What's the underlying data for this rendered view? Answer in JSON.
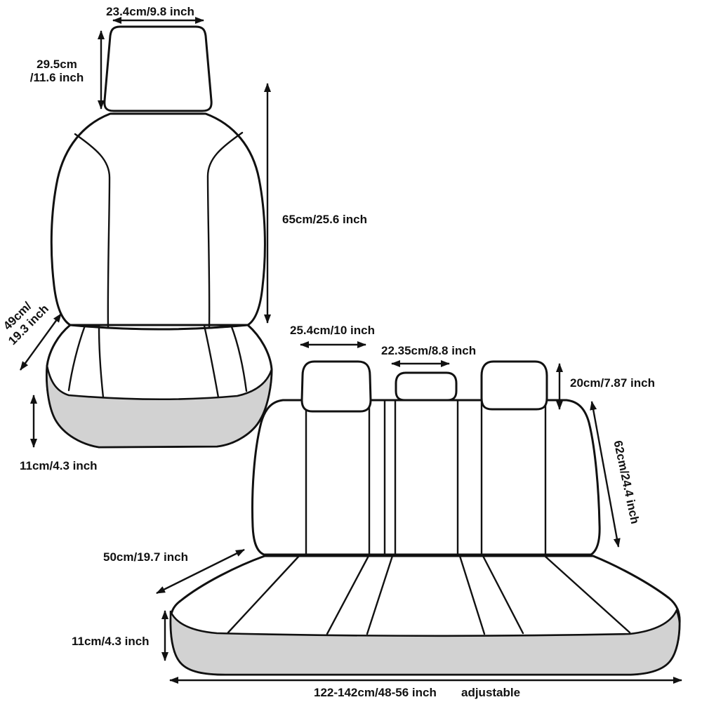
{
  "diagram_title": "car-seat-cover-dimensions",
  "colors": {
    "background": "#ffffff",
    "line": "#111111",
    "skirt_fill": "#d2d2d2"
  },
  "front_seat": {
    "labels": {
      "headrest_width": "23.4cm/9.8 inch",
      "headrest_height_cm": "29.5cm",
      "headrest_height_inch": "/11.6 inch",
      "backrest_height": "65cm/25.6 inch",
      "depth_cm": "49cm/",
      "depth_inch": "19.3 inch",
      "skirt_height": "11cm/4.3 inch"
    }
  },
  "rear_seat": {
    "labels": {
      "left_headrest_width": "25.4cm/10 inch",
      "middle_headrest_width": "22.35cm/8.8 inch",
      "headrest_height": "20cm/7.87 inch",
      "backrest_height": "62cm/24.4 inch",
      "depth": "50cm/19.7 inch",
      "skirt_height": "11cm/4.3 inch",
      "total_width": "122-142cm/48-56 inch",
      "adjustable_note": "adjustable"
    }
  }
}
